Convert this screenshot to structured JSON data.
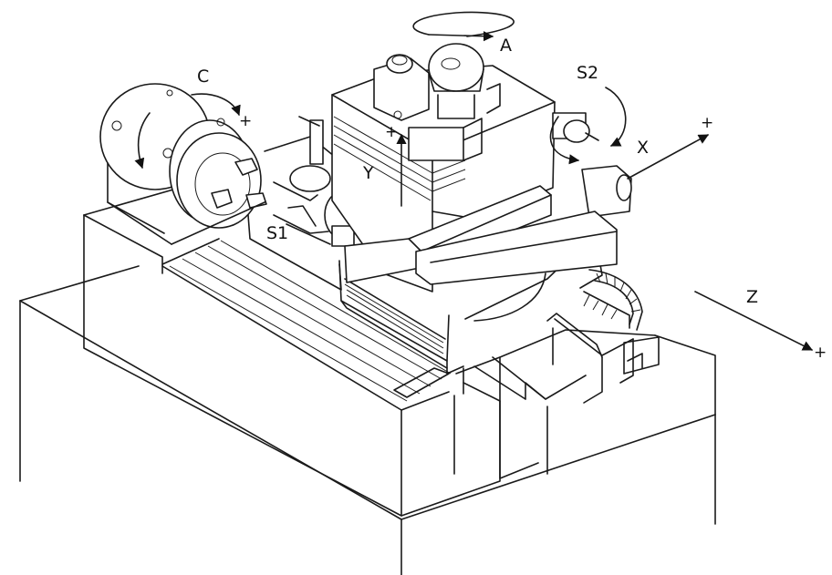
{
  "diagram": {
    "labels": {
      "a": "A",
      "c": "C",
      "s1": "S1",
      "s2": "S2",
      "x": "X",
      "y": "Y",
      "z": "Z"
    },
    "plus_sign": "+",
    "line_color": "#1a1a1a",
    "background": "#ffffff"
  }
}
